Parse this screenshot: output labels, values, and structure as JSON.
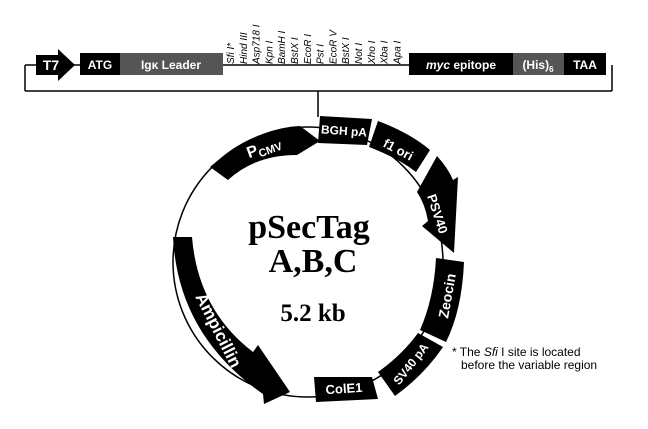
{
  "linear_map": {
    "t7": "T7",
    "atg": "ATG",
    "ig_leader": "Igκ Leader",
    "sites": [
      "Sfi I*",
      "Hind III",
      "Asp718 I",
      "Kpn I",
      "BamH I",
      "BstX I",
      "EcoR I",
      "Pst I",
      "EcoR V",
      "BstX I",
      "Not I",
      "Xho I",
      "Xba I",
      "Apa I"
    ],
    "myc_italic": "myc",
    "myc_rest": " epitope",
    "his": "(His)",
    "his_sub": "6",
    "taa": "TAA"
  },
  "plasmid": {
    "name_line1": "pSecTag",
    "name_line2": "A,B,C",
    "size": "5.2 kb",
    "pcmv_main": "P",
    "pcmv_sub": "CMV",
    "bgh_pa": "BGH pA",
    "f1_ori": "f1 ori",
    "psv40": "PSV40",
    "zeocin": "Zeocin",
    "sv40_pa": "SV40 pA",
    "cole1": "ColE1",
    "ampicillin": "Ampicillin"
  },
  "footnote": {
    "star": "* The ",
    "sfi": "Sfi",
    "rest1": " I site is located",
    "line2": "before the variable region"
  },
  "colors": {
    "feature": "#000000",
    "leader": "#555555",
    "his": "#555555",
    "line": "#000000"
  }
}
